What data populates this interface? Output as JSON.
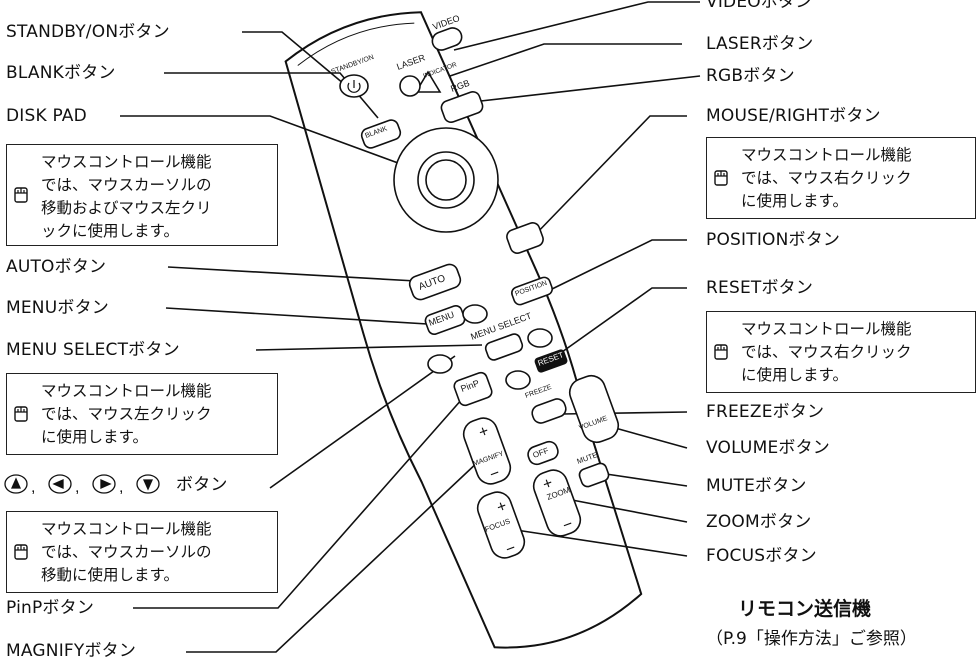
{
  "header": {
    "title": "各部の名称（リモコン）"
  },
  "labels_left": {
    "standby": "STANDBY/ONボタン",
    "blank": "BLANKボタン",
    "disk_pad": "DISK PAD",
    "auto": "AUTOボタン",
    "menu": "MENUボタン",
    "menu_select": "MENU SELECTボタン",
    "arrows_suffix": "ボタン",
    "pinp": "PinPボタン",
    "magnify": "MAGNIFYボタン"
  },
  "labels_right": {
    "video": "VIDEOボタン",
    "laser": "LASERボタン",
    "rgb": "RGBボタン",
    "mouse_right": "MOUSE/RIGHTボタン",
    "position": "POSITIONボタン",
    "reset": "RESETボタン",
    "freeze": "FREEZEボタン",
    "volume": "VOLUMEボタン",
    "mute": "MUTEボタン",
    "zoom": "ZOOMボタン",
    "focus": "FOCUSボタン"
  },
  "notes": {
    "disk_pad": [
      "マウスコントロール機能",
      "では、マウスカーソルの",
      "移動およびマウス左クリ",
      "ックに使用します。"
    ],
    "mouse_right": [
      "マウスコントロール機能",
      "では、マウス右クリック",
      "に使用します。"
    ],
    "reset": [
      "マウスコントロール機能",
      "では、マウス右クリック",
      "に使用します。"
    ],
    "menu_select": [
      "マウスコントロール機能",
      "では、マウス左クリック",
      "に使用します。"
    ],
    "arrows": [
      "マウスコントロール機能",
      "では、マウスカーソルの",
      "移動に使用します。"
    ]
  },
  "remote_text": {
    "standby": "STANDBY/ON",
    "laser": "LASER",
    "indicator": "INDICATOR",
    "video": "VIDEO",
    "blank": "BLANK",
    "rgb": "RGB",
    "auto": "AUTO",
    "menu": "MENU",
    "position": "POSITION",
    "menu_select": "MENU SELECT",
    "reset": "RESET",
    "pinp": "PinP",
    "freeze": "FREEZE",
    "volume": "VOLUME",
    "magnify": "MAGNIFY",
    "off": "OFF",
    "mute": "MUTE",
    "zoom": "ZOOM",
    "focus": "FOCUS",
    "plus": "+",
    "minus": "−"
  },
  "caption": {
    "title": "リモコン送信機",
    "ref": "（P.9「操作方法」ご参照）"
  },
  "icons": {
    "mouse": "mouse-icon",
    "arrow": "arrow-button-icon"
  }
}
